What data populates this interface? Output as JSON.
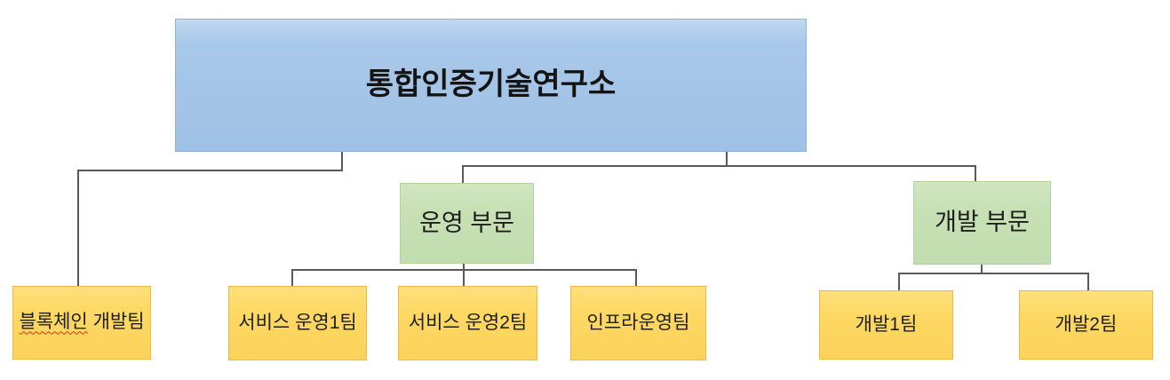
{
  "chart": {
    "type": "org-chart",
    "root": {
      "id": "root",
      "label": "통합인증기술연구소"
    },
    "divisions": [
      {
        "id": "operations",
        "label": "운영 부문",
        "parent": "root"
      },
      {
        "id": "development",
        "label": "개발 부문",
        "parent": "root"
      }
    ],
    "teams": [
      {
        "id": "blockchain-dev",
        "label": "블록체인 개발팀",
        "parent": "root",
        "spellcheck": {
          "flagged": "블록체인",
          "rest": "개발팀"
        }
      },
      {
        "id": "service-ops-1",
        "label": "서비스 운영1팀",
        "parent": "operations"
      },
      {
        "id": "service-ops-2",
        "label": "서비스 운영2팀",
        "parent": "operations"
      },
      {
        "id": "infra-ops",
        "label": "인프라운영팀",
        "parent": "operations"
      },
      {
        "id": "dev-1",
        "label": "개발1팀",
        "parent": "development"
      },
      {
        "id": "dev-2",
        "label": "개발2팀",
        "parent": "development"
      }
    ],
    "colors": {
      "root_fill": "#a6c6e8",
      "root_border": "#8fb2d9",
      "division_fill": "#c7e1b5",
      "division_border": "#b0d29a",
      "team_fill": "#fdd863",
      "team_border": "#eaba45",
      "connector": "#58595b",
      "spellcheck_underline": "#d93025",
      "text": "#1e1e1e"
    }
  }
}
